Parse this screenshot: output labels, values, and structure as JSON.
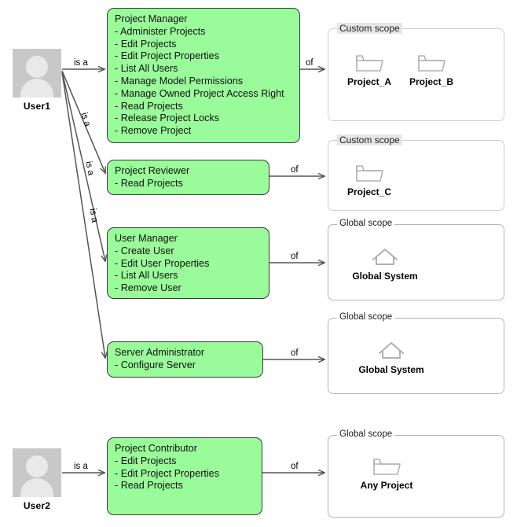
{
  "diagram": {
    "title": "Role and scope assignment diagram",
    "colors": {
      "role_fill": "#99fb99",
      "role_border": "#3a3a3a",
      "actor_box": "#c8c8c8",
      "actor_person": "#e9e9e9",
      "edge": "#555555",
      "scope_border": "#b6b6ac",
      "custom_scope_border": "#c9cfd6",
      "custom_legend_bg": "#e6e6e6",
      "icon_stroke": "#b0b0b0"
    },
    "actors": [
      {
        "id": "user1",
        "label": "User1",
        "icon": "user-avatar-icon"
      },
      {
        "id": "user2",
        "label": "User2",
        "icon": "user-avatar-icon"
      }
    ],
    "roles": [
      {
        "id": "project-manager",
        "title": "Project Manager",
        "permissions": [
          "- Administer Projects",
          "- Edit Projects",
          "- Edit Project Properties",
          "- List All Users",
          "- Manage Model Permissions",
          "- Manage Owned Project Access Right",
          "- Read Projects",
          "- Release Project Locks",
          "- Remove Project"
        ]
      },
      {
        "id": "project-reviewer",
        "title": "Project Reviewer",
        "permissions": [
          "- Read Projects"
        ]
      },
      {
        "id": "user-manager",
        "title": "User Manager",
        "permissions": [
          "- Create User",
          "- Edit User Properties",
          "- List All Users",
          "- Remove User"
        ]
      },
      {
        "id": "server-administrator",
        "title": "Server Administrator",
        "permissions": [
          "- Configure Server"
        ]
      },
      {
        "id": "project-contributor",
        "title": "Project Contributor",
        "permissions": [
          "- Edit Projects",
          "- Edit Project Properties",
          "- Read Projects"
        ]
      }
    ],
    "scopes": [
      {
        "id": "scope-project-manager",
        "legend": "Custom scope",
        "kind": "custom",
        "items": [
          {
            "label": "Project_A",
            "icon": "folder-icon"
          },
          {
            "label": "Project_B",
            "icon": "folder-icon"
          }
        ]
      },
      {
        "id": "scope-project-reviewer",
        "legend": "Custom scope",
        "kind": "custom",
        "items": [
          {
            "label": "Project_C",
            "icon": "folder-icon"
          }
        ]
      },
      {
        "id": "scope-user-manager",
        "legend": "Global scope",
        "kind": "global",
        "items": [
          {
            "label": "Global System",
            "icon": "home-icon"
          }
        ]
      },
      {
        "id": "scope-server-administrator",
        "legend": "Global scope",
        "kind": "global",
        "items": [
          {
            "label": "Global System",
            "icon": "home-icon"
          }
        ]
      },
      {
        "id": "scope-project-contributor",
        "legend": "Global scope",
        "kind": "global",
        "items": [
          {
            "label": "Any Project",
            "icon": "folder-icon"
          }
        ]
      }
    ],
    "edge_labels": {
      "is_a": "is a",
      "of": "of"
    },
    "edges": [
      {
        "from": "user1",
        "to": "project-manager",
        "label": "is a"
      },
      {
        "from": "user1",
        "to": "project-reviewer",
        "label": "is a"
      },
      {
        "from": "user1",
        "to": "user-manager",
        "label": "is a"
      },
      {
        "from": "user1",
        "to": "server-administrator",
        "label": "is a"
      },
      {
        "from": "user2",
        "to": "project-contributor",
        "label": "is a"
      },
      {
        "from": "project-manager",
        "to": "scope-project-manager",
        "label": "of"
      },
      {
        "from": "project-reviewer",
        "to": "scope-project-reviewer",
        "label": "of"
      },
      {
        "from": "user-manager",
        "to": "scope-user-manager",
        "label": "of"
      },
      {
        "from": "server-administrator",
        "to": "scope-server-administrator",
        "label": "of"
      },
      {
        "from": "project-contributor",
        "to": "scope-project-contributor",
        "label": "of"
      }
    ]
  }
}
